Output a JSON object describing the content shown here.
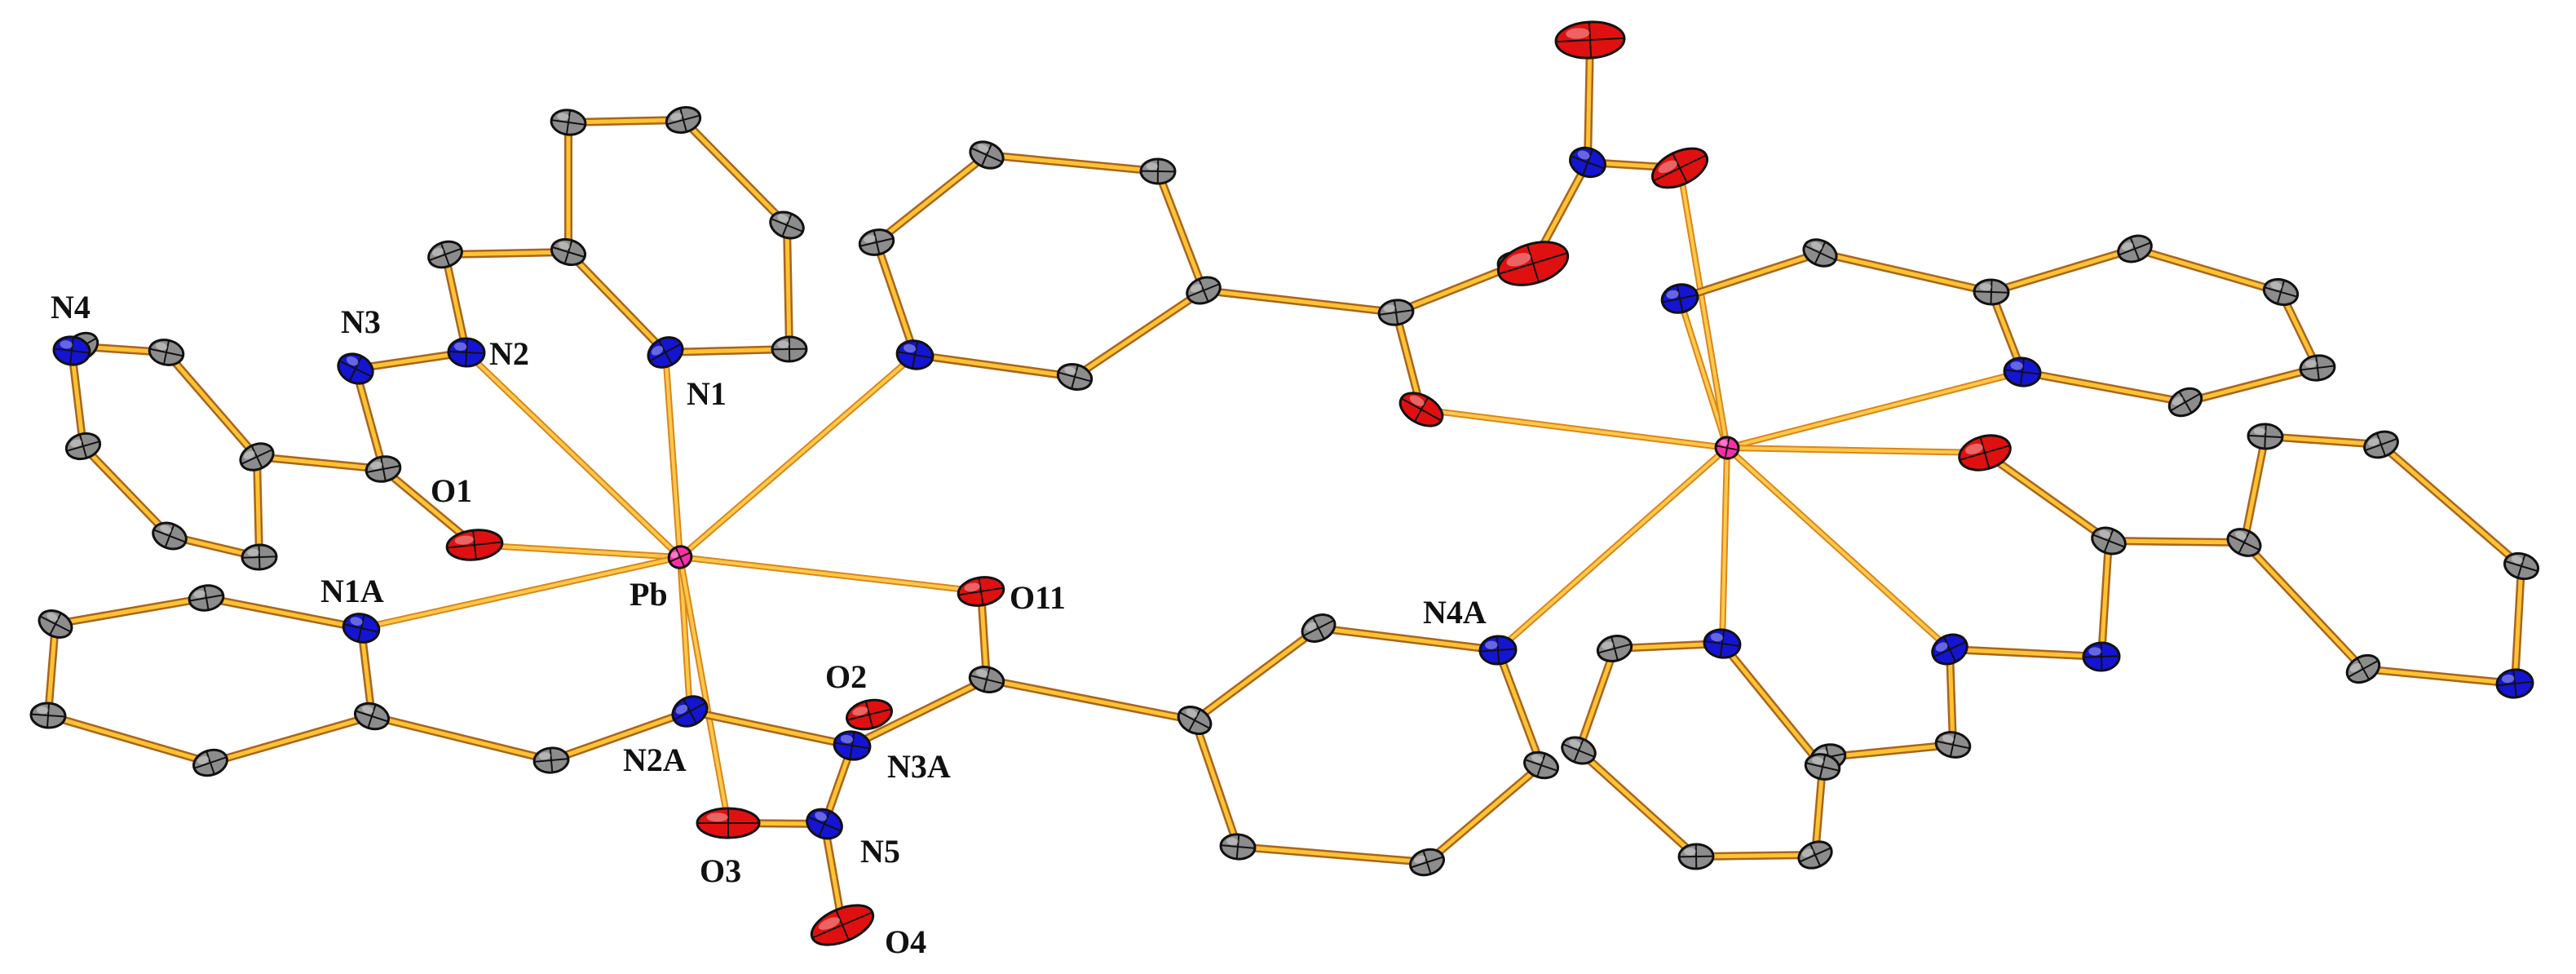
{
  "diagram": {
    "type": "molecular-structure",
    "colors": {
      "carbon": "#8c8c8c",
      "nitrogen": "#1414d2",
      "oxygen": "#e01010",
      "lead": "#ff2ea8",
      "bond_outer": "#a8651e",
      "bond_inner": "#ffc233",
      "coord_outer": "#d9861c",
      "coord_inner": "#ffc84a",
      "label": "#111111"
    },
    "labels": {
      "N4": "N4",
      "N3": "N3",
      "N2": "N2",
      "N1": "N1",
      "O1": "O1",
      "N1A": "N1A",
      "Pb": "Pb",
      "O11": "O11",
      "N2A": "N2A",
      "O2": "O2",
      "N3A": "N3A",
      "O3": "O3",
      "N5": "N5",
      "O4": "O4",
      "N4A": "N4A"
    }
  }
}
